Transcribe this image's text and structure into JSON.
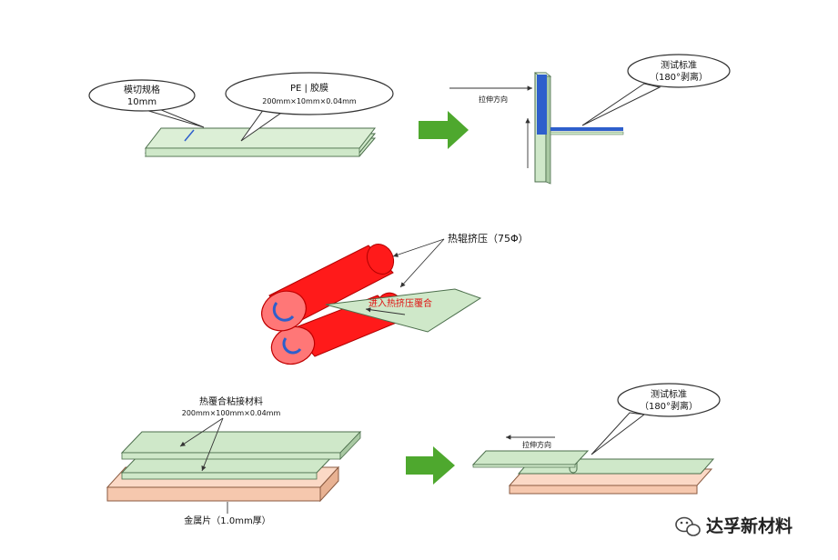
{
  "top": {
    "callout_left_line1": "模切规格",
    "callout_left_line2": "10mm",
    "callout_right_line1": "PE | 胶膜",
    "callout_right_line2": "200mm×10mm×0.04mm",
    "pull_direction": "拉伸方向",
    "test_line1": "测试标准",
    "test_line2": "（180°剥离）"
  },
  "middle": {
    "roller_label": "热辊挤压（75Φ）",
    "feed_label": "进入热挤压覆合"
  },
  "bottom": {
    "material_line1": "热覆合粘接材料",
    "material_line2": "200mm×100mm×0.04mm",
    "metal_label": "金属片（1.0mm厚）",
    "pull_direction": "拉伸方向",
    "test_line1": "测试标准",
    "test_line2": "（180°剥离）"
  },
  "watermark": {
    "text": "达孚新材料",
    "icon": "wechat-icon"
  },
  "colors": {
    "film": "#cfe8c9",
    "film_edge": "#4b6e4b",
    "blue": "#2e5fcc",
    "roller_red": "#ff1a1a",
    "roller_end": "#ff7777",
    "metal": "#f6c8ae",
    "arrow_green": "#4ea82e"
  }
}
